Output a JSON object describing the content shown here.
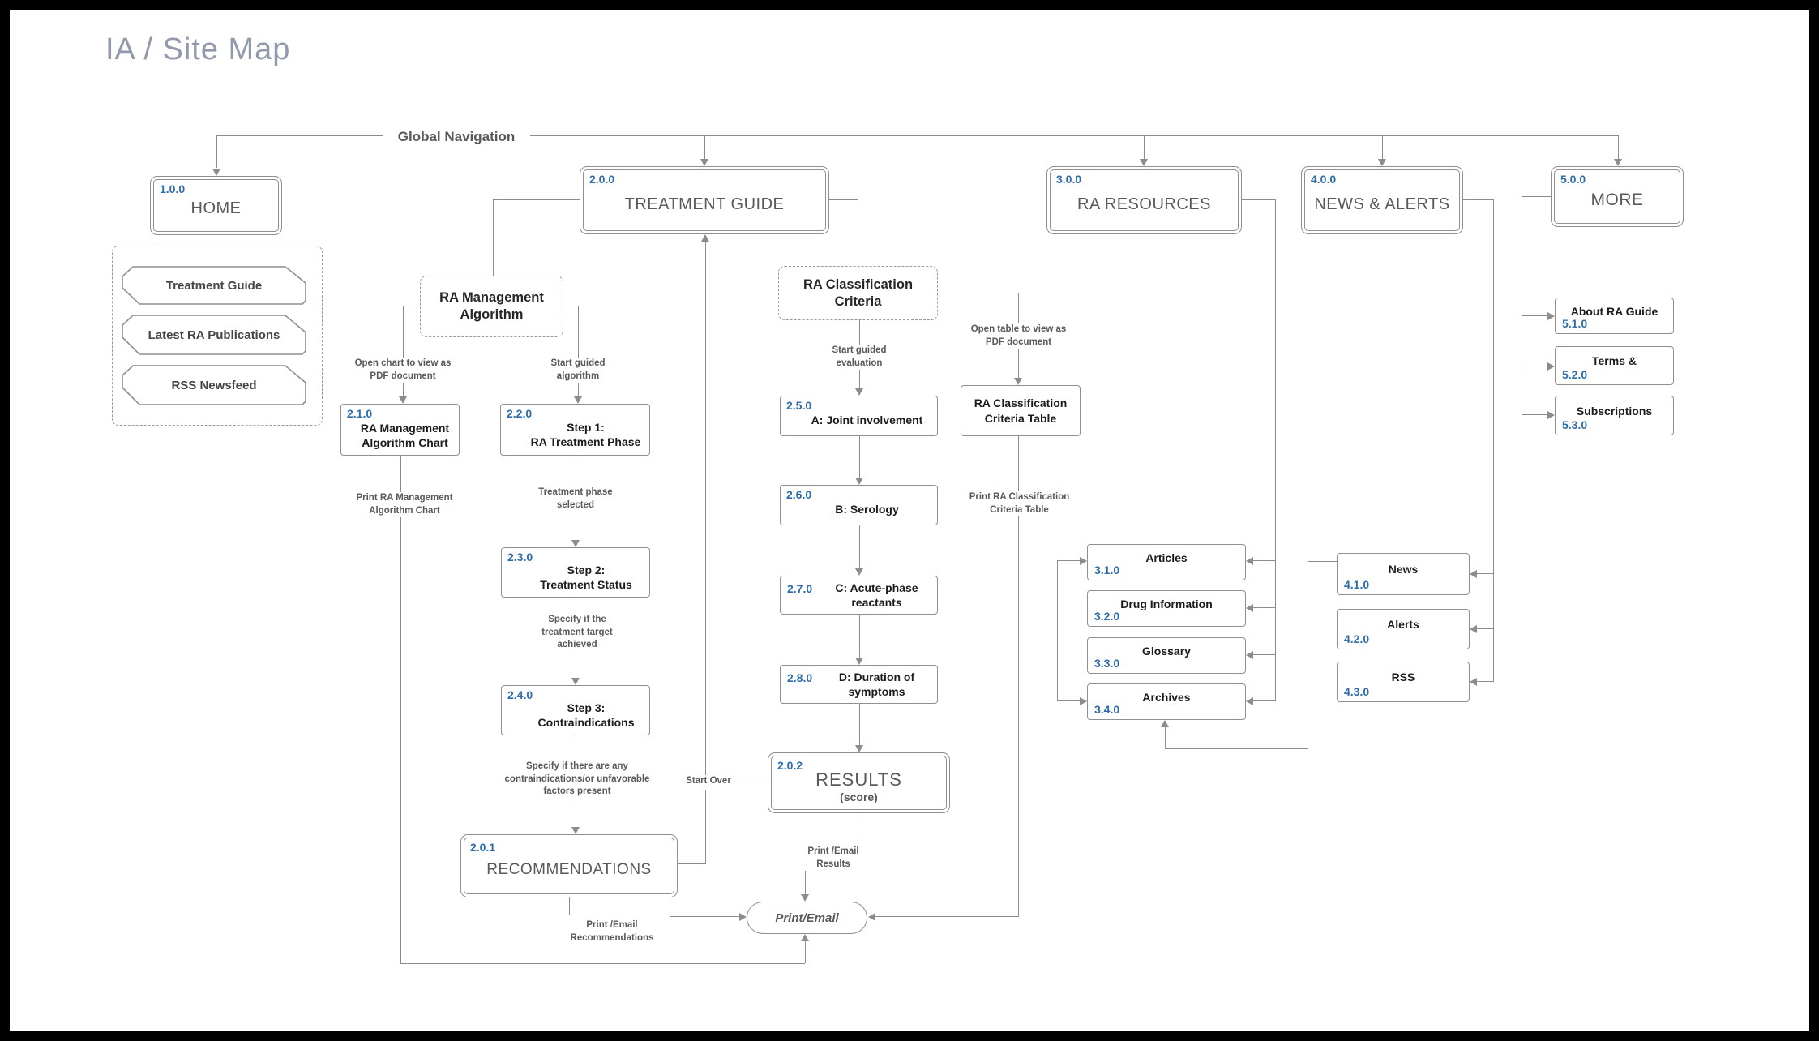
{
  "colors": {
    "accent_blue": "#2E6DA8",
    "line_gray": "#8C8C8C",
    "text_gray": "#595959",
    "title_color": "#9399AC"
  },
  "title": "IA / Site Map",
  "global_nav": {
    "label": "Global Navigation"
  },
  "sections": {
    "home": {
      "num": "1.0.0",
      "label": "HOME"
    },
    "treatment_guide": {
      "num": "2.0.0",
      "label": "TREATMENT GUIDE"
    },
    "ra_resources": {
      "num": "3.0.0",
      "label": "RA RESOURCES"
    },
    "news_alerts": {
      "num": "4.0.0",
      "label": "NEWS & ALERTS"
    },
    "more": {
      "num": "5.0.0",
      "label": "MORE"
    }
  },
  "home_quicklinks": {
    "items": [
      {
        "label": "Treatment Guide"
      },
      {
        "label": "Latest RA Publications"
      },
      {
        "label": "RSS Newsfeed"
      }
    ]
  },
  "flow": {
    "mgmt_algorithm": {
      "label": "RA Management Algorithm"
    },
    "class_criteria": {
      "label": "RA  Classification Criteria"
    },
    "chart": {
      "num": "2.1.0",
      "line1": "RA Management",
      "line2": "Algorithm Chart"
    },
    "step1": {
      "num": "2.2.0",
      "line1": "Step 1:",
      "line2": "RA Treatment Phase"
    },
    "step2": {
      "num": "2.3.0",
      "line1": "Step 2:",
      "line2": "Treatment Status"
    },
    "step3": {
      "num": "2.4.0",
      "line1": "Step 3:",
      "line2": "Contraindications"
    },
    "recommendations": {
      "num": "2.0.1",
      "label": "RECOMMENDATIONS"
    },
    "critA": {
      "num": "2.5.0",
      "label": "A: Joint involvement"
    },
    "critB": {
      "num": "2.6.0",
      "label": "B: Serology"
    },
    "critC": {
      "num": "2.7.0",
      "line1": "C: Acute-phase",
      "line2": "reactants"
    },
    "critD": {
      "num": "2.8.0",
      "line1": "D: Duration of",
      "line2": "symptoms"
    },
    "results": {
      "num": "2.0.2",
      "label": "RESULTS",
      "sub": "(score)"
    },
    "criteria_table": {
      "line1": "RA Classification",
      "line2": "Criteria Table"
    }
  },
  "resources": {
    "items": [
      {
        "num": "3.1.0",
        "label": "Articles"
      },
      {
        "num": "3.2.0",
        "label": "Drug Information"
      },
      {
        "num": "3.3.0",
        "label": "Glossary"
      },
      {
        "num": "3.4.0",
        "label": "Archives"
      }
    ]
  },
  "news": {
    "items": [
      {
        "num": "4.1.0",
        "label": "News"
      },
      {
        "num": "4.2.0",
        "label": "Alerts"
      },
      {
        "num": "4.3.0",
        "label": "RSS"
      }
    ]
  },
  "more_children": {
    "items": [
      {
        "num": "5.1.0",
        "label": "About RA Guide"
      },
      {
        "num": "5.2.0",
        "label": "Terms &"
      },
      {
        "num": "5.3.0",
        "label": "Subscriptions"
      }
    ]
  },
  "ann": {
    "open_chart": "Open chart to view as PDF document",
    "start_guided_algorithm": "Start guided algorithm",
    "print_chart": "Print RA Management Algorithm Chart",
    "treatment_phase_selected": "Treatment phase selected",
    "specify_target": "Specify if the treatment target achieved",
    "specify_contraindications": "Specify if there are any contraindications/or unfavorable factors present",
    "start_guided_evaluation": "Start guided evaluation",
    "open_table": "Open table to view as PDF document",
    "print_table": "Print RA Classification Criteria Table",
    "start_over": "Start Over",
    "print_email_recommendations": "Print /Email Recommendations",
    "print_email_results": "Print /Email Results"
  },
  "terminator": {
    "label": "Print/Email"
  }
}
